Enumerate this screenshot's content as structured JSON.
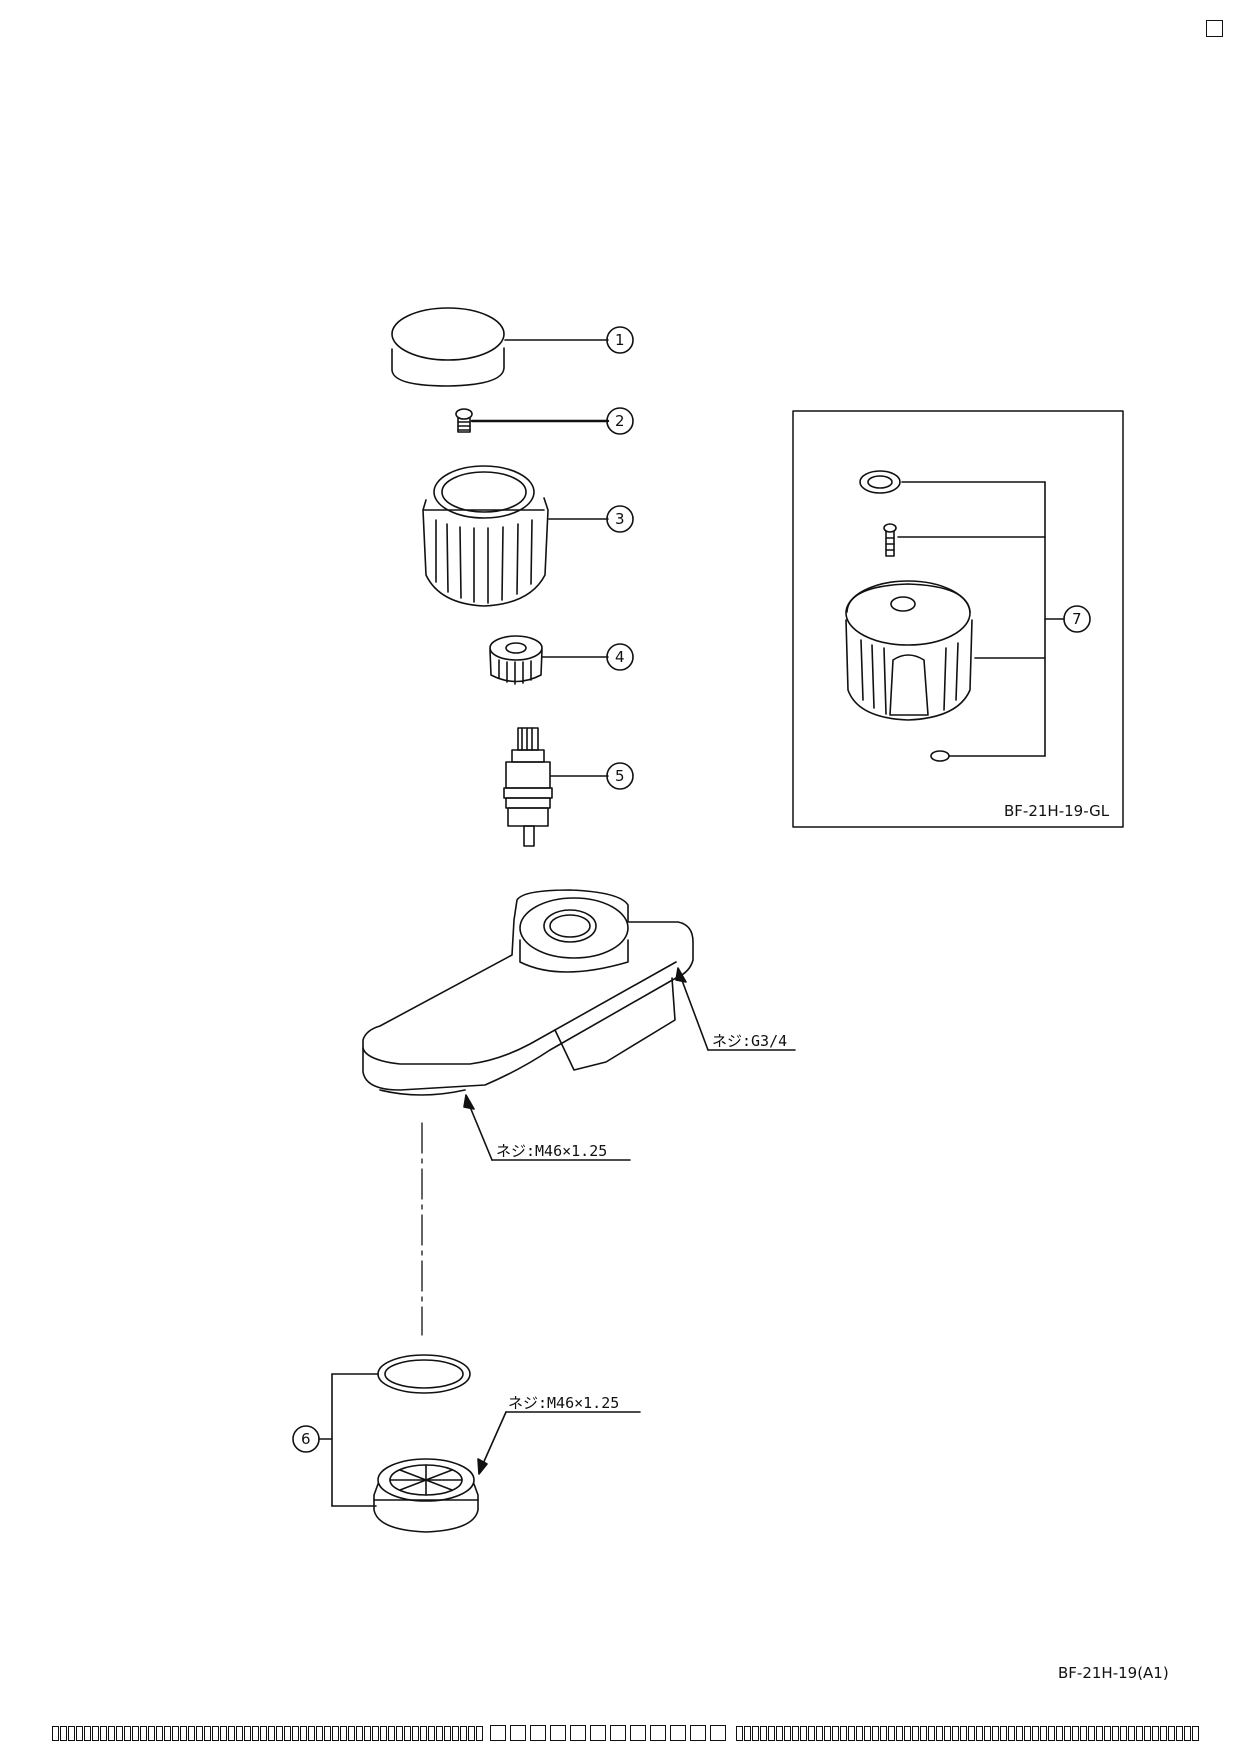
{
  "callouts": [
    {
      "id": "1",
      "label": "1"
    },
    {
      "id": "2",
      "label": "2"
    },
    {
      "id": "3",
      "label": "3"
    },
    {
      "id": "4",
      "label": "4"
    },
    {
      "id": "5",
      "label": "5"
    },
    {
      "id": "6",
      "label": "6"
    },
    {
      "id": "7",
      "label": "7"
    }
  ],
  "inset": {
    "code": "BF-21H-19-GL"
  },
  "specs": {
    "spout_thread": "ネジ:G3/4",
    "spout_outlet_thread": "ネジ:M46×1.25",
    "aerator_thread": "ネジ:M46×1.25"
  },
  "model_code": "BF-21H-19(A1)",
  "footer": {
    "groups": [
      54,
      12,
      58
    ]
  }
}
